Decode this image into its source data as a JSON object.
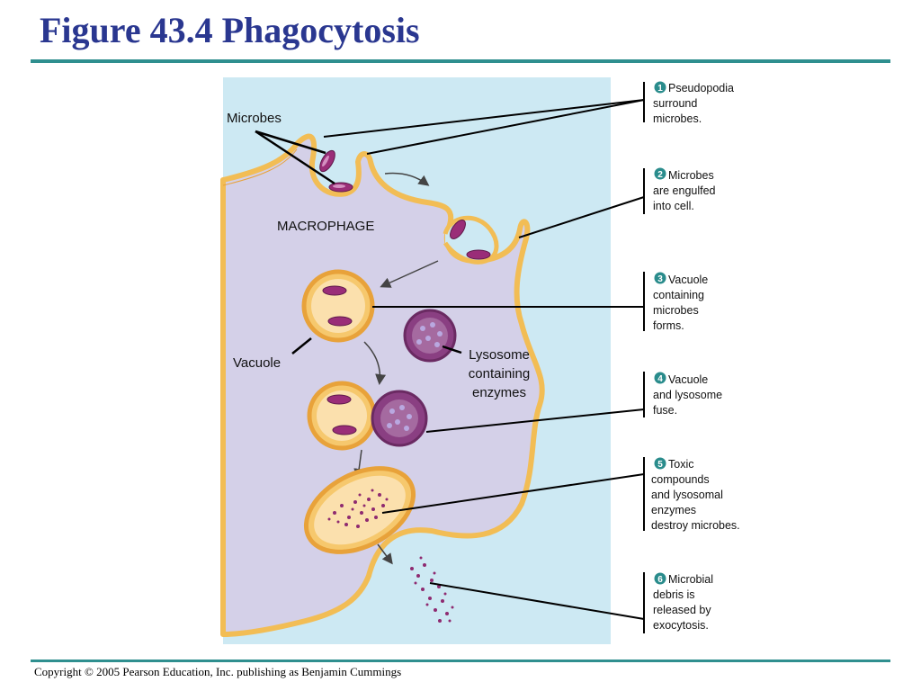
{
  "title": "Figure 43.4 Phagocytosis",
  "footer": "Copyright © 2005 Pearson Education, Inc. publishing as Benjamin Cummings",
  "labels": {
    "microbes": "Microbes",
    "macrophage": "MACROPHAGE",
    "vacuole": "Vacuole",
    "lysosome": [
      "Lysosome",
      "containing",
      "enzymes"
    ]
  },
  "steps": [
    {
      "num": "1",
      "lines": [
        "Pseudopodia",
        "surround",
        "microbes."
      ]
    },
    {
      "num": "2",
      "lines": [
        "Microbes",
        "are engulfed",
        "into cell."
      ]
    },
    {
      "num": "3",
      "lines": [
        "Vacuole",
        "containing",
        "microbes",
        "forms."
      ]
    },
    {
      "num": "4",
      "lines": [
        "Vacuole",
        "and lysosome",
        "fuse."
      ]
    },
    {
      "num": "5",
      "lines": [
        "Toxic",
        "compounds",
        "and lysosomal",
        "enzymes",
        "destroy microbes."
      ]
    },
    {
      "num": "6",
      "lines": [
        "Microbial",
        "debris is",
        "released by",
        "exocytosis."
      ]
    }
  ],
  "colors": {
    "background_panel": "#cde9f3",
    "cytoplasm": "#d4d0e8",
    "membrane": "#f2bd55",
    "microbe": "#9a2d78",
    "lysosome": "#8a3f82",
    "badge": "#2a8c8c"
  }
}
